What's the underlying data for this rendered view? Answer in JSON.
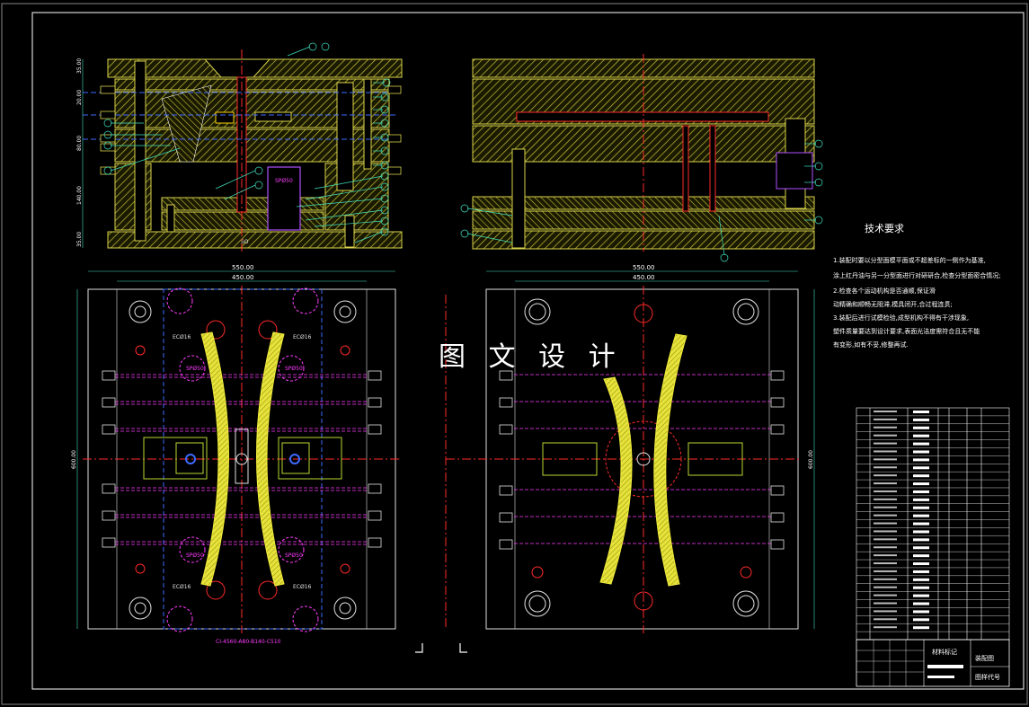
{
  "sheet": {
    "background": "#000000",
    "colors": {
      "hatch": "#c9c33a",
      "plate": "#d9d24a",
      "part": "#f0ec3a",
      "center": "#ff2a2a",
      "dim": "#40e0c0",
      "hidden": "#3d6bff",
      "magenta": "#ff3cff",
      "frame": "#ffffff"
    }
  },
  "left_section": {
    "dims_left": [
      "35.00",
      "20.00",
      "80.00",
      "140.00",
      "35.00"
    ],
    "center_label": "SPØ50",
    "bottom_label": "SO"
  },
  "plan_left": {
    "width_outer": "550.00",
    "width_inner": "450.00",
    "height": "600.00",
    "code": "CI-4560-A80-B140-C510",
    "markers": [
      "SPØ50",
      "SPØ50",
      "SPØ50",
      "SPØ50"
    ],
    "small_labels": [
      "ECØ16",
      "ECØ16",
      "ECØ16",
      "ECØ16"
    ]
  },
  "plan_right": {
    "width_outer": "550.00",
    "width_inner": "450.00",
    "height": "600.00"
  },
  "watermark": "图 文 设 计",
  "tech_requirements": {
    "title": "技术要求",
    "lines": [
      "1.装配时要以分型面模平面或不超差标的一侧作为基准,",
      "涂上红丹油与另一分型面进行对研研合,检查分型面密合情况;",
      "2.检查各个运动机构是否通顺,保证滑",
      "动精确和顺畅无阻滞,模具闭开,合过程连贯;",
      "3.装配后进行试模检验,成型机构不得有干涉现象,",
      "塑件质量要达到设计要求,表面光洁度需符合且无不能",
      "有变形,如有不妥,修整再试."
    ]
  },
  "title_block": {
    "material_label": "材料标记",
    "drawing_name": "装配图",
    "drawing_code": "图样代号"
  }
}
